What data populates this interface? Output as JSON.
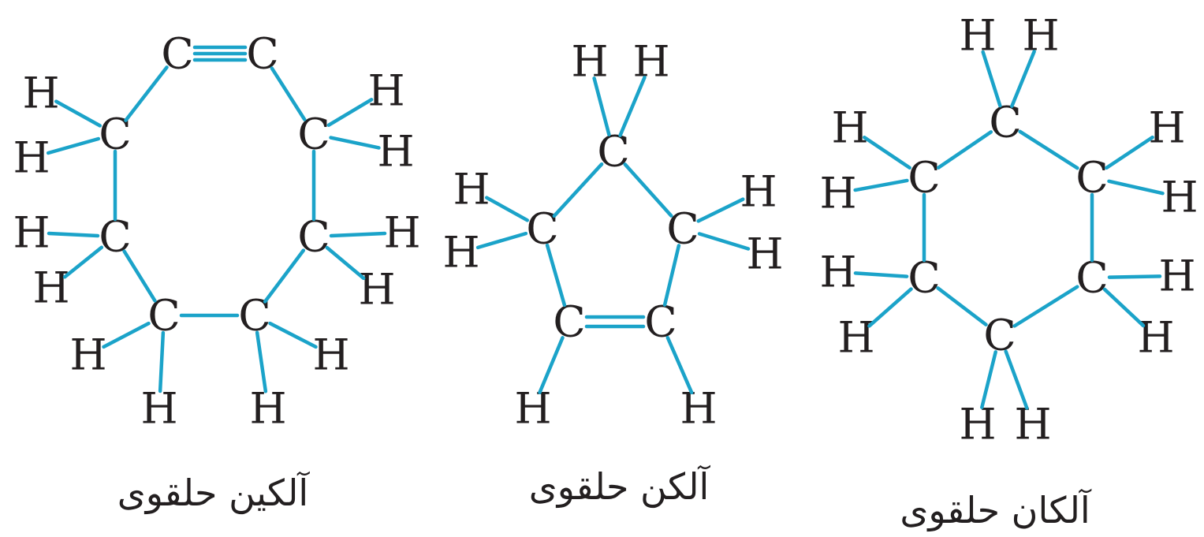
{
  "atom_symbols": {
    "carbon": "C",
    "hydrogen": "H"
  },
  "molecules": [
    {
      "id": "cycloalkyne",
      "caption": "آلکین حلقوی",
      "carbons": 8,
      "hydrogens": 12,
      "bond_types": {
        "triple": 1,
        "double": 0
      }
    },
    {
      "id": "cycloalkene",
      "caption": "آلکن حلقوی",
      "carbons": 5,
      "hydrogens": 8,
      "bond_types": {
        "triple": 0,
        "double": 1
      }
    },
    {
      "id": "cycloalkane",
      "caption": "آلکان حلقوی",
      "carbons": 6,
      "hydrogens": 12,
      "bond_types": {
        "triple": 0,
        "double": 0
      }
    }
  ],
  "colors": {
    "bond": "#1ba3c9",
    "atom_text": "#231f20",
    "background": "#ffffff"
  }
}
